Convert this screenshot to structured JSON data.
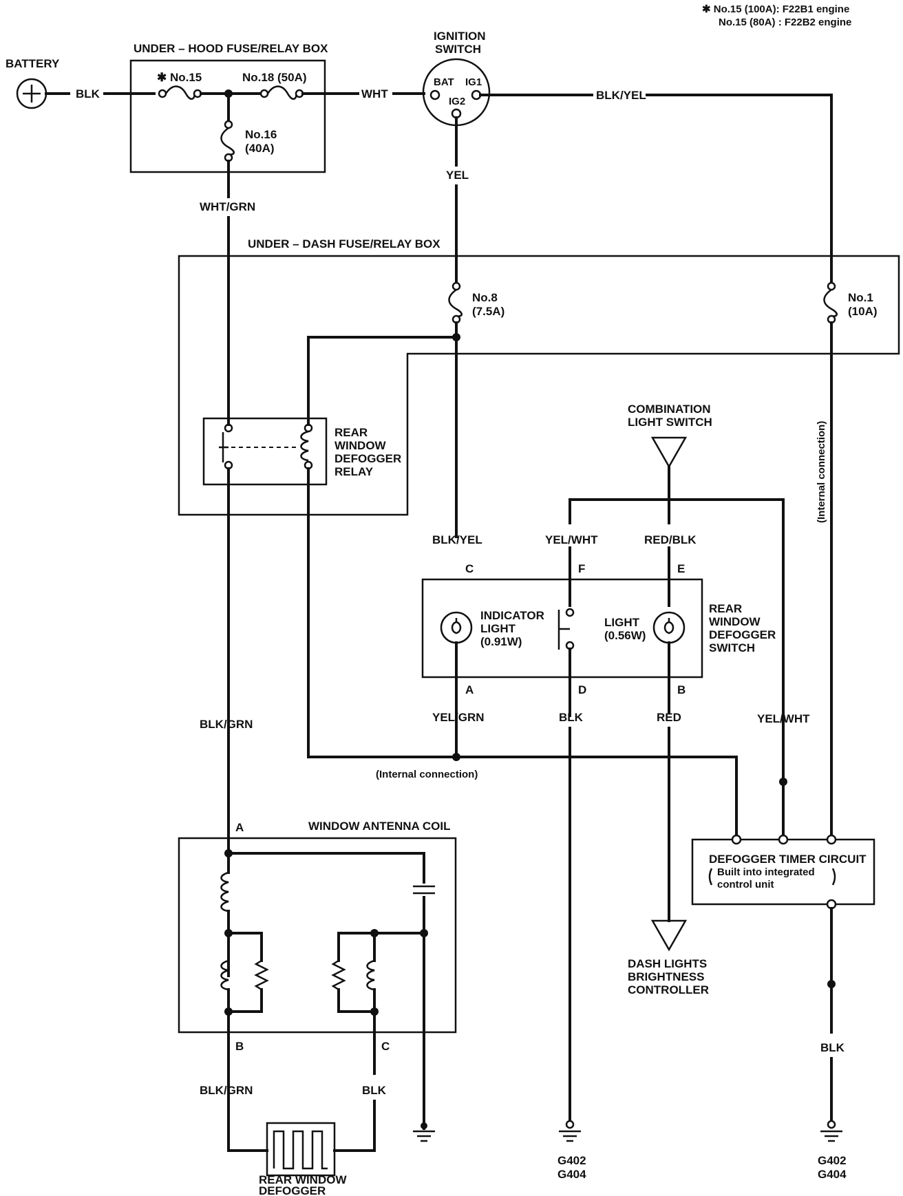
{
  "notes": {
    "line1": "✱ No.15 (100A): F22B1 engine",
    "line2": "No.15 (80A)  : F22B2 engine"
  },
  "battery": {
    "label": "BATTERY",
    "wire": "BLK"
  },
  "underhood_box": {
    "title": "UNDER – HOOD FUSE/RELAY BOX",
    "fuse15": "✱ No.15",
    "fuse18": "No.18 (50A)",
    "fuse16_a": "No.16",
    "fuse16_b": "(40A)"
  },
  "ignition_switch": {
    "title_a": "IGNITION",
    "title_b": "SWITCH",
    "bat": "BAT",
    "ig1": "IG1",
    "ig2": "IG2"
  },
  "wires": {
    "wht": "WHT",
    "blk_yel_top": "BLK/YEL",
    "yel": "YEL",
    "wht_grn": "WHT/GRN",
    "blk_grn": "BLK/GRN",
    "blk_yel": "BLK/YEL",
    "yel_wht_f": "YEL/WHT",
    "red_blk": "RED/BLK",
    "yel_grn": "YEL/GRN",
    "blk_d": "BLK",
    "red": "RED",
    "yel_wht_right": "YEL/WHT",
    "blk_grn_lower": "BLK/GRN",
    "blk_c": "BLK",
    "blk_right": "BLK"
  },
  "underdash_box": {
    "title": "UNDER – DASH FUSE/RELAY BOX",
    "fuse8_a": "No.8",
    "fuse8_b": "(7.5A)",
    "fuse1_a": "No.1",
    "fuse1_b": "(10A)"
  },
  "relay": {
    "line1": "REAR",
    "line2": "WINDOW",
    "line3": "DEFOGGER",
    "line4": "RELAY"
  },
  "combination_switch": {
    "line1": "COMBINATION",
    "line2": "LIGHT SWITCH"
  },
  "defogger_switch": {
    "pin_c": "C",
    "pin_f": "F",
    "pin_e": "E",
    "pin_a": "A",
    "pin_d": "D",
    "pin_b": "B",
    "indicator_a": "INDICATOR",
    "indicator_b": "LIGHT",
    "indicator_c": "(0.91W)",
    "light_a": "LIGHT",
    "light_b": "(0.56W)",
    "name_a": "REAR",
    "name_b": "WINDOW",
    "name_c": "DEFOGGER",
    "name_d": "SWITCH"
  },
  "internal_connection_bottom": "(Internal connection)",
  "internal_connection_side": "(Internal connection)",
  "antenna_coil": {
    "title": "WINDOW ANTENNA COIL",
    "pin_a": "A",
    "pin_b": "B",
    "pin_c": "C"
  },
  "timer": {
    "line1": "DEFOGGER TIMER CIRCUIT",
    "line2": "Built into integrated",
    "line3": "control unit"
  },
  "dash_controller": {
    "line1": "DASH LIGHTS",
    "line2": "BRIGHTNESS",
    "line3": "CONTROLLER"
  },
  "rear_defogger": {
    "line1": "REAR WINDOW",
    "line2": "DEFOGGER"
  },
  "grounds": {
    "mid_a": "G402",
    "mid_b": "G404",
    "right_a": "G402",
    "right_b": "G404"
  }
}
